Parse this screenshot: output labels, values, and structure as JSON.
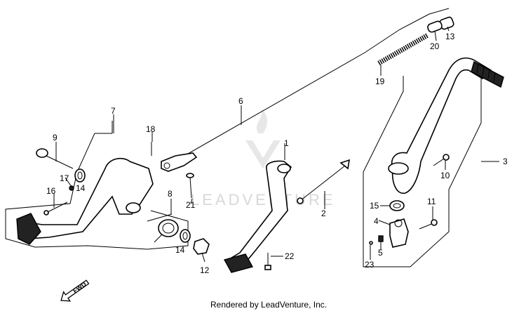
{
  "diagram": {
    "callouts": {
      "p1": "1",
      "p2": "2",
      "p3": "3",
      "p4": "4",
      "p5": "5",
      "p6": "6",
      "p7": "7",
      "p8": "8",
      "p9": "9",
      "p10": "10",
      "p11": "11",
      "p12": "12",
      "p13": "13",
      "p14a": "14",
      "p14b": "14",
      "p15": "15",
      "p16": "16",
      "p17": "17",
      "p18": "18",
      "p19": "19",
      "p20": "20",
      "p21": "21",
      "p22": "22",
      "p23": "23"
    },
    "fwd_label": "FWD",
    "watermark": "LEADVENTURE",
    "credit": "Rendered by LeadVenture, Inc."
  }
}
